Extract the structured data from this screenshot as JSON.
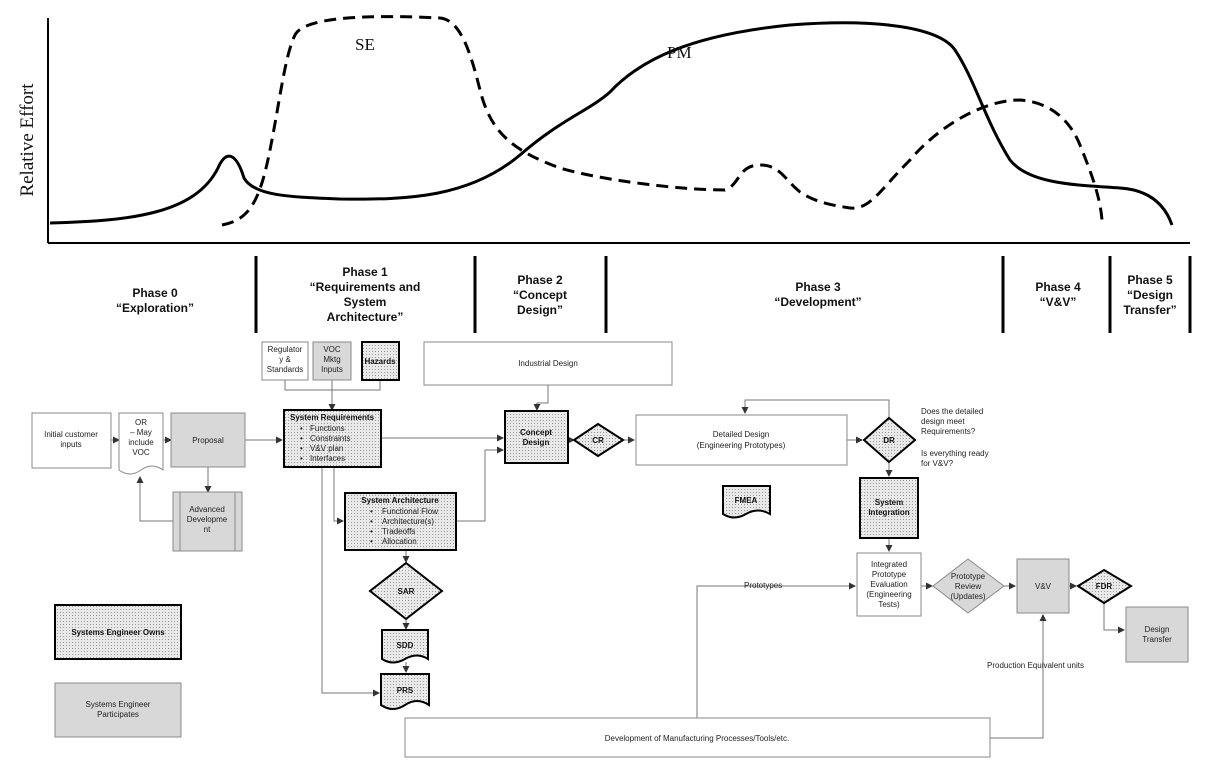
{
  "effort_chart": {
    "ylabel": "Relative Effort",
    "se_label": "SE",
    "pm_label": "PM"
  },
  "phases": [
    {
      "name": "Phase 0",
      "desc": [
        "“Exploration”"
      ]
    },
    {
      "name": "Phase 1",
      "desc": [
        "“Requirements and",
        "System",
        "Architecture”"
      ]
    },
    {
      "name": "Phase 2",
      "desc": [
        "“Concept",
        "Design”"
      ]
    },
    {
      "name": "Phase 3",
      "desc": [
        "“Development”"
      ]
    },
    {
      "name": "Phase 4",
      "desc": [
        "“V&V”"
      ]
    },
    {
      "name": "Phase 5",
      "desc": [
        "“Design",
        "Transfer”"
      ]
    }
  ],
  "nodes": {
    "regulatory": [
      "Regulator",
      "y &",
      "Standards"
    ],
    "voc_mktg": [
      "VOC",
      "Mktg",
      "Inputs"
    ],
    "hazards": "Hazards",
    "industrial_design": "Industrial Design",
    "initial_inputs": [
      "Initial customer",
      "inputs"
    ],
    "or_doc": [
      "OR",
      "– May",
      "include",
      "VOC"
    ],
    "proposal": "Proposal",
    "advanced_dev": [
      "Advanced",
      "Developme",
      "nt"
    ],
    "sysreq_title": "System Requirements",
    "sysreq_items": [
      "Functions",
      "Constraints",
      "V&V plan",
      "Interfaces"
    ],
    "concept_design": [
      "Concept",
      "Design"
    ],
    "cr": "CR",
    "detailed_design": [
      "Detailed Design",
      "(Engineering Prototypes)"
    ],
    "dr": "DR",
    "dr_question1": [
      "Does the detailed",
      "design meet",
      "Requirements?"
    ],
    "dr_question2": [
      "Is everything ready",
      "for V&V?"
    ],
    "fmea": "FMEA",
    "sysarch_title": "System Architecture",
    "sysarch_items": [
      "Functional Flow",
      "Architecture(s)",
      "Tradeoffs",
      "Allocation"
    ],
    "sar": "SAR",
    "sdd": "SDD",
    "prs": "PRS",
    "system_integration": [
      "System",
      "Integration"
    ],
    "integrated_eval": [
      "Integrated",
      "Prototype",
      "Evaluation",
      "(Engineering",
      "Tests)"
    ],
    "prototype_review": [
      "Prototype",
      "Review",
      "(Updates)"
    ],
    "vv": "V&V",
    "fdr": "FDR",
    "design_transfer": [
      "Design",
      "Transfer"
    ],
    "prototypes_label": "Prototypes",
    "production_units_label": "Production Equivalent units",
    "manufacturing": "Development of Manufacturing Processes/Tools/etc."
  },
  "legend": {
    "owns": "Systems Engineer Owns",
    "participates": [
      "Systems Engineer",
      "Participates"
    ]
  }
}
